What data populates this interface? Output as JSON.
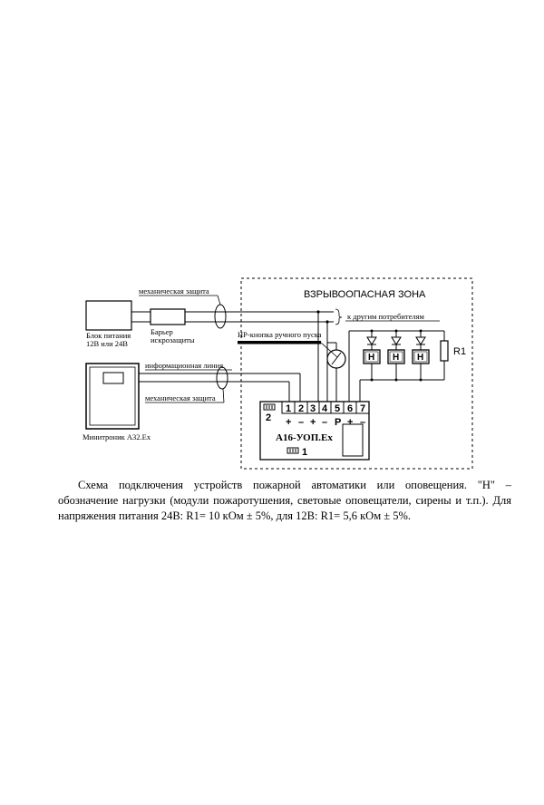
{
  "diagram": {
    "zone_label": "ВЗРЫВООПАСНАЯ ЗОНА",
    "power_supply_label_1": "Блок питания",
    "power_supply_label_2": "12В или 24В",
    "barrier_label_1": "Барьер",
    "barrier_label_2": "искрозащиты",
    "mech_protection_top": "механическая защита",
    "mech_protection_bottom": "механическая защита",
    "other_consumers": "к другим потребителям",
    "hp_button": "НР-кнопка ручного пуска",
    "info_line": "информационная линия",
    "minitronik": "Минитроник А32.Ex",
    "module_name": "А16-УОП.Ex",
    "jumper_2": "2",
    "jumper_1": "1",
    "terminals": [
      "1",
      "2",
      "3",
      "4",
      "5",
      "6",
      "7"
    ],
    "polarity": [
      "+",
      "–",
      "+",
      "–",
      "Р",
      "+",
      "–"
    ],
    "load_symbol": "Н",
    "resistor": "R1"
  },
  "caption": {
    "text": "Схема подключения устройств пожарной автоматики или оповещения. \"Н\" – обозначение нагрузки (модули пожаротушения, световые оповещатели, сирены и т.п.). Для напряжения питания 24В:  R1= 10 кОм ± 5%, для 12В: R1= 5,6 кОм ± 5%."
  }
}
